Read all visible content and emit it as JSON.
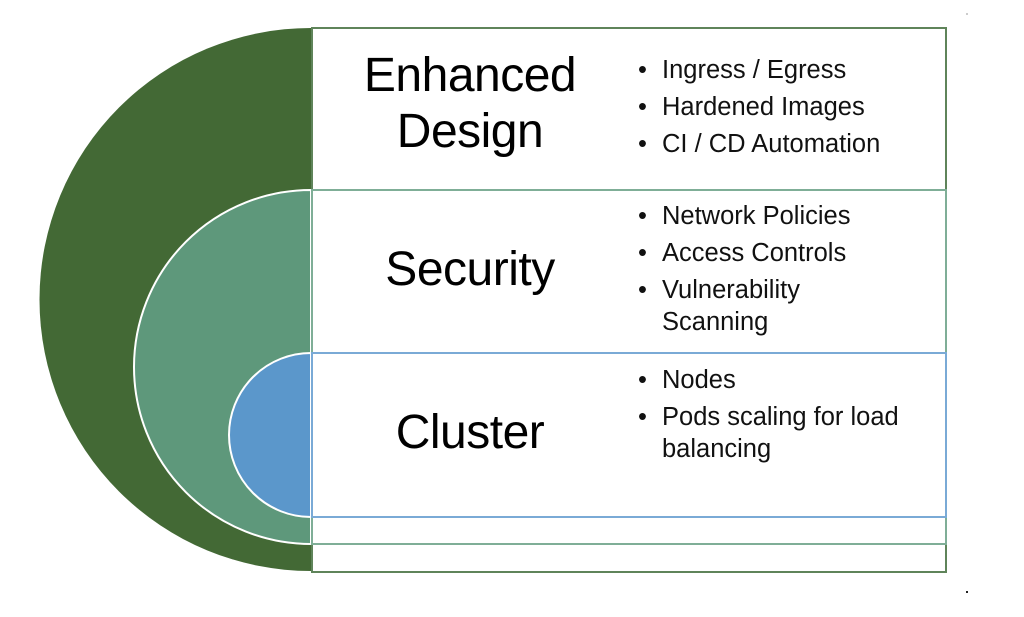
{
  "diagram": {
    "type": "nested-layers",
    "layers": [
      {
        "key": "enhanced",
        "title_lines": [
          "Enhanced",
          "Design"
        ],
        "color": "#436935",
        "border_color": "#5f845a",
        "bullets": [
          "Ingress / Egress",
          "Hardened Images",
          "CI / CD Automation"
        ]
      },
      {
        "key": "security",
        "title_lines": [
          "Security"
        ],
        "color": "#5e987b",
        "border_color": "#7fae97",
        "bullets": [
          "Network Policies",
          "Access Controls",
          "Vulnerability Scanning"
        ]
      },
      {
        "key": "cluster",
        "title_lines": [
          "Cluster"
        ],
        "color": "#5b97cb",
        "border_color": "#7aaad6",
        "bullets": [
          "Nodes",
          "Pods scaling for load balancing"
        ]
      }
    ]
  }
}
